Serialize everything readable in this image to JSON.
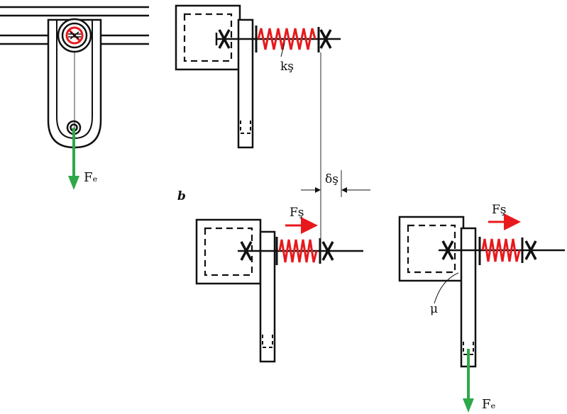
{
  "labels": {
    "force_left": "Fₑ",
    "spring_constant": "kş",
    "gap": "δş",
    "section_marker": "b",
    "spring_force_mid": "Fş",
    "spring_force_right": "Fş",
    "friction": "μ",
    "force_right": "Fₑ"
  },
  "colors": {
    "line": "#111111",
    "spring": "#e8191c",
    "spring_arrow": "#e8191c",
    "load_arrow": "#2fa84a"
  }
}
